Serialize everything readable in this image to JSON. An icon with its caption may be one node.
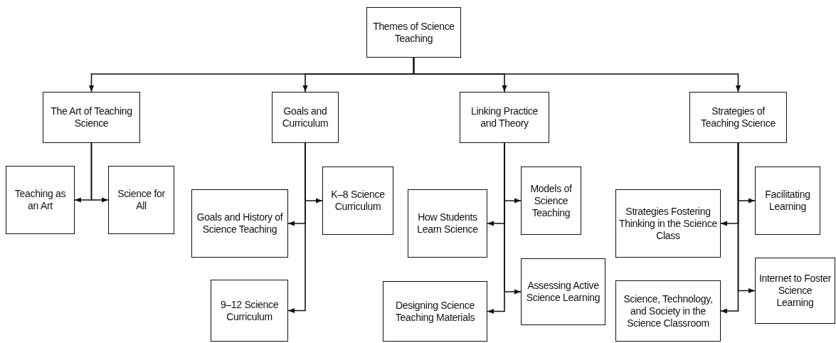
{
  "diagram": {
    "nodes": [
      {
        "text": [
          "Themes of Science Teaching"
        ]
      },
      {
        "text": [
          "The Art of Teaching Science"
        ]
      },
      {
        "text": [
          "Goals and Curriculum"
        ]
      },
      {
        "text": [
          "Linking Practice and Theory"
        ]
      },
      {
        "text": [
          "Strategies of Teaching Science"
        ]
      },
      {
        "text": [
          "Teaching as an Art"
        ]
      },
      {
        "text": [
          "Science for All"
        ]
      },
      {
        "text": [
          "Goals and History of Science Teaching"
        ]
      },
      {
        "text": [
          "K–8 Science Curriculum"
        ]
      },
      {
        "text": [
          "9–12 Science Curriculum"
        ]
      },
      {
        "text": [
          "How Students Learn Science"
        ]
      },
      {
        "text": [
          "Models of Science Teaching"
        ]
      },
      {
        "text": [
          "Designing Science Teaching Materials"
        ]
      },
      {
        "text": [
          "Assessing Active Science Learning"
        ]
      },
      {
        "text": [
          "Strategies Fostering Thinking in the Science Class"
        ]
      },
      {
        "text": [
          "Facilitating Learning"
        ]
      },
      {
        "text": [
          "Science, Technology, and Society in the Science Classroom"
        ]
      },
      {
        "text": [
          "Internet to Foster Science Learning"
        ]
      }
    ],
    "edges": [
      {
        "from": 0,
        "to": 1,
        "arrow": "to"
      },
      {
        "from": 0,
        "to": 2,
        "arrow": "to"
      },
      {
        "from": 0,
        "to": 3,
        "arrow": "to"
      },
      {
        "from": 0,
        "to": 4,
        "arrow": "to"
      },
      {
        "from": 1,
        "to": 5,
        "arrow": "to"
      },
      {
        "from": 1,
        "to": 6,
        "arrow": "to"
      },
      {
        "from": 2,
        "to": 7,
        "arrow": "to"
      },
      {
        "from": 2,
        "to": 8,
        "arrow": "to"
      },
      {
        "from": 2,
        "to": 9,
        "arrow": "to"
      },
      {
        "from": 3,
        "to": 10,
        "arrow": "to"
      },
      {
        "from": 3,
        "to": 11,
        "arrow": "to"
      },
      {
        "from": 3,
        "to": 12,
        "arrow": "to"
      },
      {
        "from": 3,
        "to": 13,
        "arrow": "to"
      },
      {
        "from": 4,
        "to": 14,
        "arrow": "to"
      },
      {
        "from": 4,
        "to": 15,
        "arrow": "to"
      },
      {
        "from": 4,
        "to": 16,
        "arrow": "to"
      },
      {
        "from": 4,
        "to": 17,
        "arrow": "to"
      }
    ]
  }
}
